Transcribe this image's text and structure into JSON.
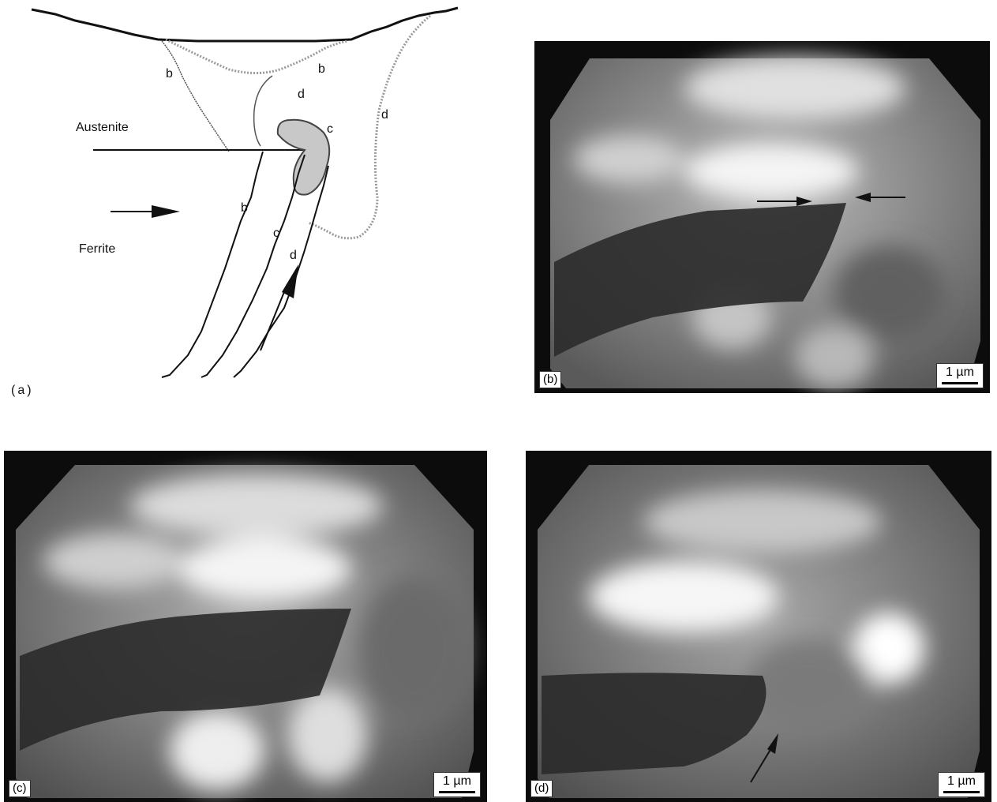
{
  "figure": {
    "panel_a": {
      "label": "(a)",
      "phase_top": "Austenite",
      "phase_bottom": "Ferrite",
      "interface_labels": [
        "b",
        "b",
        "b",
        "c",
        "c",
        "d",
        "d",
        "d"
      ]
    },
    "panel_b": {
      "label": "(b)",
      "scale": "1 µm"
    },
    "panel_c": {
      "label": "(c)",
      "scale": "1 µm"
    },
    "panel_d": {
      "label": "(d)",
      "scale": "1 µm"
    }
  },
  "colors": {
    "background": "#ffffff",
    "micrograph_frame": "#0c0c0c",
    "line": "#111111",
    "hatched_line": "#9a9a9a",
    "particle": "#c8c8c8"
  }
}
